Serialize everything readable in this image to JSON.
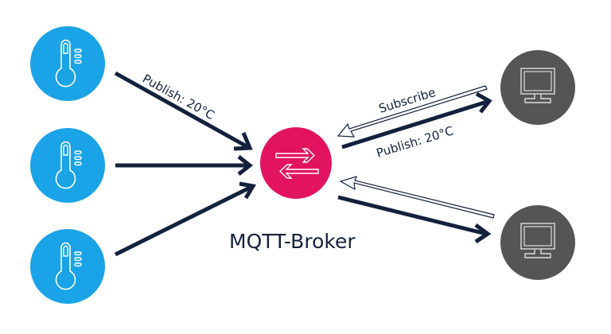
{
  "colors": {
    "sensor": "#1aa3e6",
    "broker": "#e2145f",
    "client": "#555555",
    "arrow": "#14213d",
    "icon_stroke": "#ffffff",
    "background": "#ffffff"
  },
  "diagram": {
    "title": "MQTT-Broker",
    "sensors": [
      {
        "name": "sensor-1",
        "icon": "thermometer-icon"
      },
      {
        "name": "sensor-2",
        "icon": "thermometer-icon"
      },
      {
        "name": "sensor-3",
        "icon": "thermometer-icon"
      }
    ],
    "broker": {
      "name": "broker",
      "icon": "exchange-arrows-icon"
    },
    "clients": [
      {
        "name": "client-1",
        "icon": "monitor-icon"
      },
      {
        "name": "client-2",
        "icon": "monitor-icon"
      }
    ],
    "labels": {
      "sensor_publish": "Publish: 20°C",
      "client_subscribe": "Subscribe",
      "client_publish": "Publish: 20°C"
    }
  }
}
